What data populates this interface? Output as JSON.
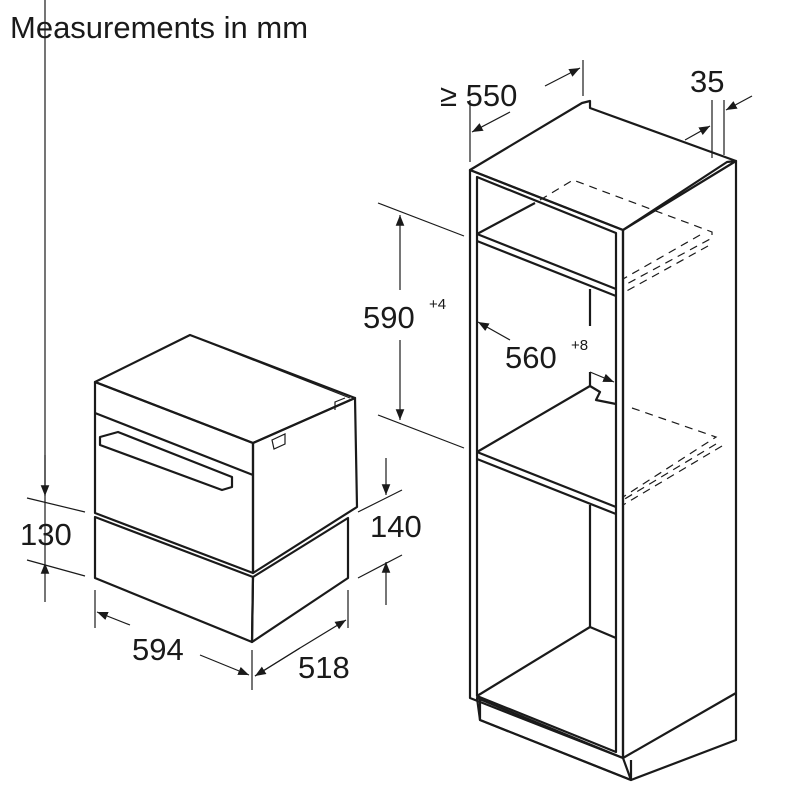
{
  "title": "Measurements in mm",
  "appliance": {
    "depth_label": "518",
    "width_label": "594",
    "drawer_height_front_label": "130",
    "drawer_height_side_label": "140"
  },
  "cabinet": {
    "min_depth_label": "≥ 550",
    "panel_label": "35",
    "niche_height_label": "590",
    "niche_height_tolerance": "+4",
    "niche_width_label": "560",
    "niche_width_tolerance": "+8"
  },
  "colors": {
    "line": "#1a1a1a",
    "drawer_fill": "#d4d4d4"
  }
}
